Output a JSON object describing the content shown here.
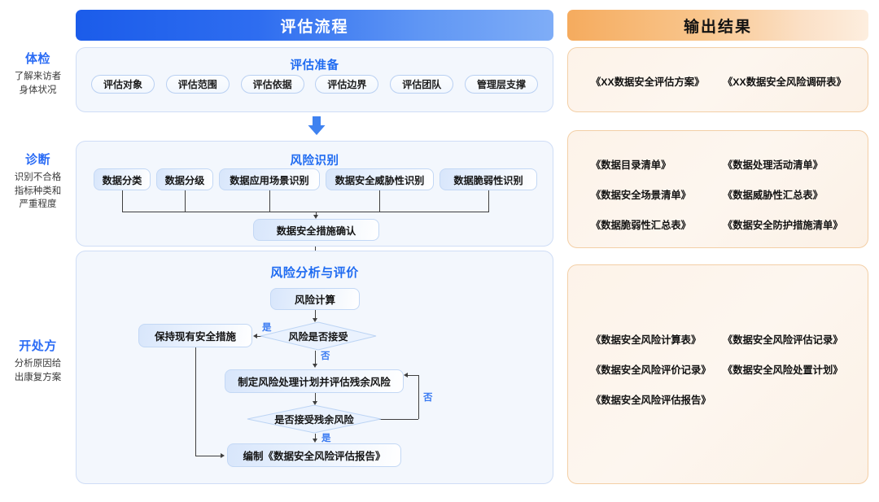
{
  "headers": {
    "process": "评估流程",
    "output": "输出结果"
  },
  "colors": {
    "process_header_start": "#1b5cea",
    "process_header_end": "#7fadf7",
    "output_header_start": "#f5ab5e",
    "output_header_end": "#fdeedf",
    "panel_bg": "#f3f7fd",
    "panel_border": "#cfddf6",
    "out_panel_bg": "#fdf3e9",
    "out_panel_border": "#f3cfa6",
    "accent_blue": "#1f6bf1",
    "edge_label_blue": "#3a7bf2",
    "connector": "#3f3f3f"
  },
  "stages": [
    {
      "title": "体检",
      "desc": "了解来访者\n身体状况"
    },
    {
      "title": "诊断",
      "desc": "识别不合格\n指标种类和\n严重程度"
    },
    {
      "title": "开处方",
      "desc": "分析原因给\n出康复方案"
    }
  ],
  "process": {
    "preparation": {
      "title": "评估准备",
      "items": [
        "评估对象",
        "评估范围",
        "评估依据",
        "评估边界",
        "评估团队",
        "管理层支撑"
      ]
    },
    "identification": {
      "title": "风险识别",
      "items": [
        "数据分类",
        "数据分级",
        "数据应用场景识别",
        "数据安全威胁性识别",
        "数据脆弱性识别"
      ],
      "result": "数据安全措施确认"
    },
    "analysis": {
      "title": "风险分析与评价",
      "nodes": {
        "calculate": "风险计算",
        "keep_measures": "保持现有安全措施",
        "treatment_plan": "制定风险处理计划并评估残余风险",
        "report": "编制《数据安全风险评估报告》"
      },
      "decisions": {
        "accept_risk": "风险是否接受",
        "accept_residual": "是否接受残余风险"
      },
      "edge_labels": {
        "accept_yes": "是",
        "accept_no": "否",
        "residual_no": "否",
        "residual_yes": "是"
      }
    }
  },
  "outputs": [
    {
      "items": [
        "《XX数据安全评估方案》",
        "《XX数据安全风险调研表》"
      ]
    },
    {
      "items": [
        "《数据目录清单》",
        "《数据处理活动清单》",
        "《数据安全场景清单》",
        "《数据威胁性汇总表》",
        "《数据脆弱性汇总表》",
        "《数据安全防护措施清单》"
      ]
    },
    {
      "items": [
        "《数据安全风险计算表》",
        "《数据安全风险评估记录》",
        "《数据安全风险评价记录》",
        "《数据安全风险处置计划》",
        "《数据安全风险评估报告》",
        ""
      ]
    }
  ]
}
